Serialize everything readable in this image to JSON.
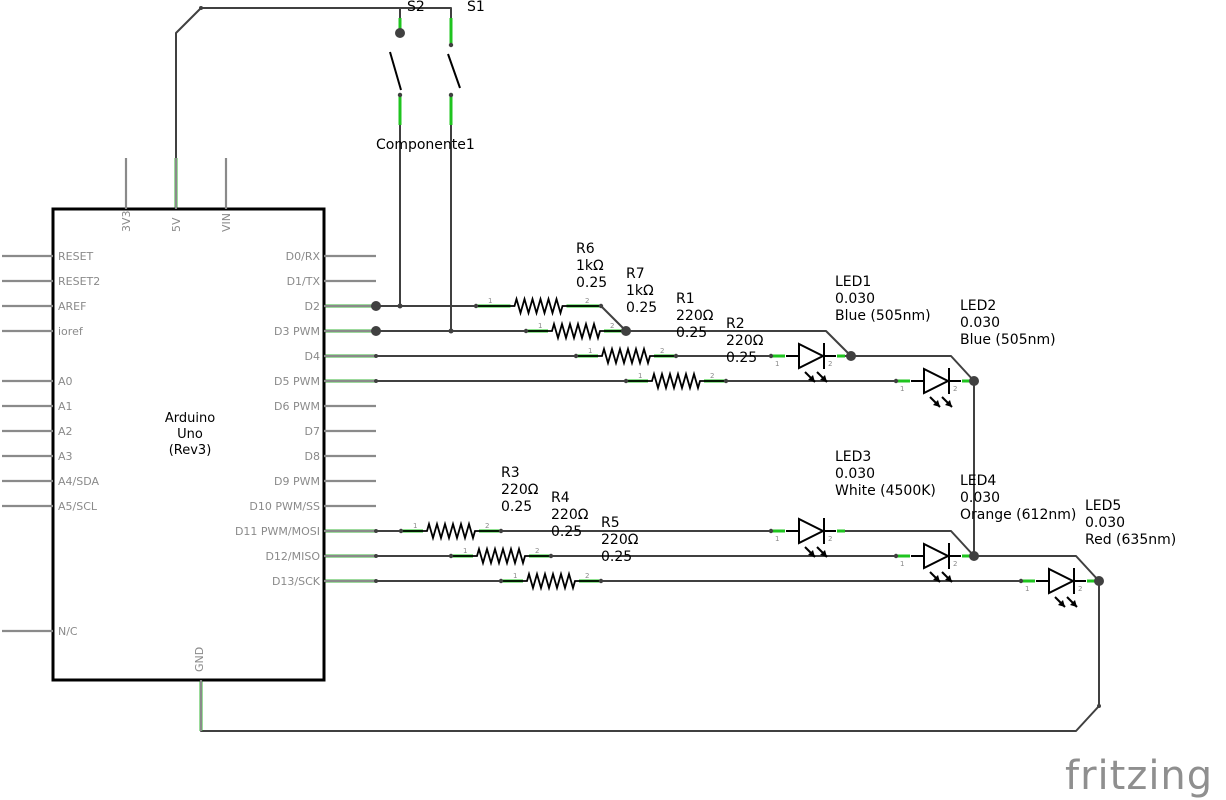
{
  "arduino": {
    "title_lines": [
      "Arduino",
      "Uno",
      "(Rev3)"
    ],
    "top_pins": [
      "3V3",
      "5V",
      "VIN"
    ],
    "left_pins": [
      "RESET",
      "RESET2",
      "AREF",
      "ioref",
      "A0",
      "A1",
      "A2",
      "A3",
      "A4/SDA",
      "A5/SCL",
      "N/C"
    ],
    "right_pins": [
      "D0/RX",
      "D1/TX",
      "D2",
      "D3 PWM",
      "D4",
      "D5 PWM",
      "D6 PWM",
      "D7",
      "D8",
      "D9 PWM",
      "D10 PWM/SS",
      "D11 PWM/MOSI",
      "D12/MISO",
      "D13/SCK"
    ],
    "bottom_pin": "GND"
  },
  "switches": {
    "s2": "S2",
    "s1": "S1",
    "part_label": "Componente1"
  },
  "resistors": [
    {
      "id": "R6",
      "lines": [
        "R6",
        "1kΩ",
        "0.25"
      ]
    },
    {
      "id": "R7",
      "lines": [
        "R7",
        "1kΩ",
        "0.25"
      ]
    },
    {
      "id": "R1",
      "lines": [
        "R1",
        "220Ω",
        "0.25"
      ]
    },
    {
      "id": "R2",
      "lines": [
        "R2",
        "220Ω",
        "0.25"
      ]
    },
    {
      "id": "R3",
      "lines": [
        "R3",
        "220Ω",
        "0.25"
      ]
    },
    {
      "id": "R4",
      "lines": [
        "R4",
        "220Ω",
        "0.25"
      ]
    },
    {
      "id": "R5",
      "lines": [
        "R5",
        "220Ω",
        "0.25"
      ]
    }
  ],
  "leds": [
    {
      "id": "LED1",
      "lines": [
        "LED1",
        "0.030",
        "Blue (505nm)"
      ]
    },
    {
      "id": "LED2",
      "lines": [
        "LED2",
        "0.030",
        "Blue (505nm)"
      ]
    },
    {
      "id": "LED3",
      "lines": [
        "LED3",
        "0.030",
        "White (4500K)"
      ]
    },
    {
      "id": "LED4",
      "lines": [
        "LED4",
        "0.030",
        "Orange (612nm)"
      ]
    },
    {
      "id": "LED5",
      "lines": [
        "LED5",
        "0.030",
        "Red (635nm)"
      ]
    }
  ],
  "pin_numbers": {
    "one": "1",
    "two": "2"
  },
  "brand": "fritzing"
}
